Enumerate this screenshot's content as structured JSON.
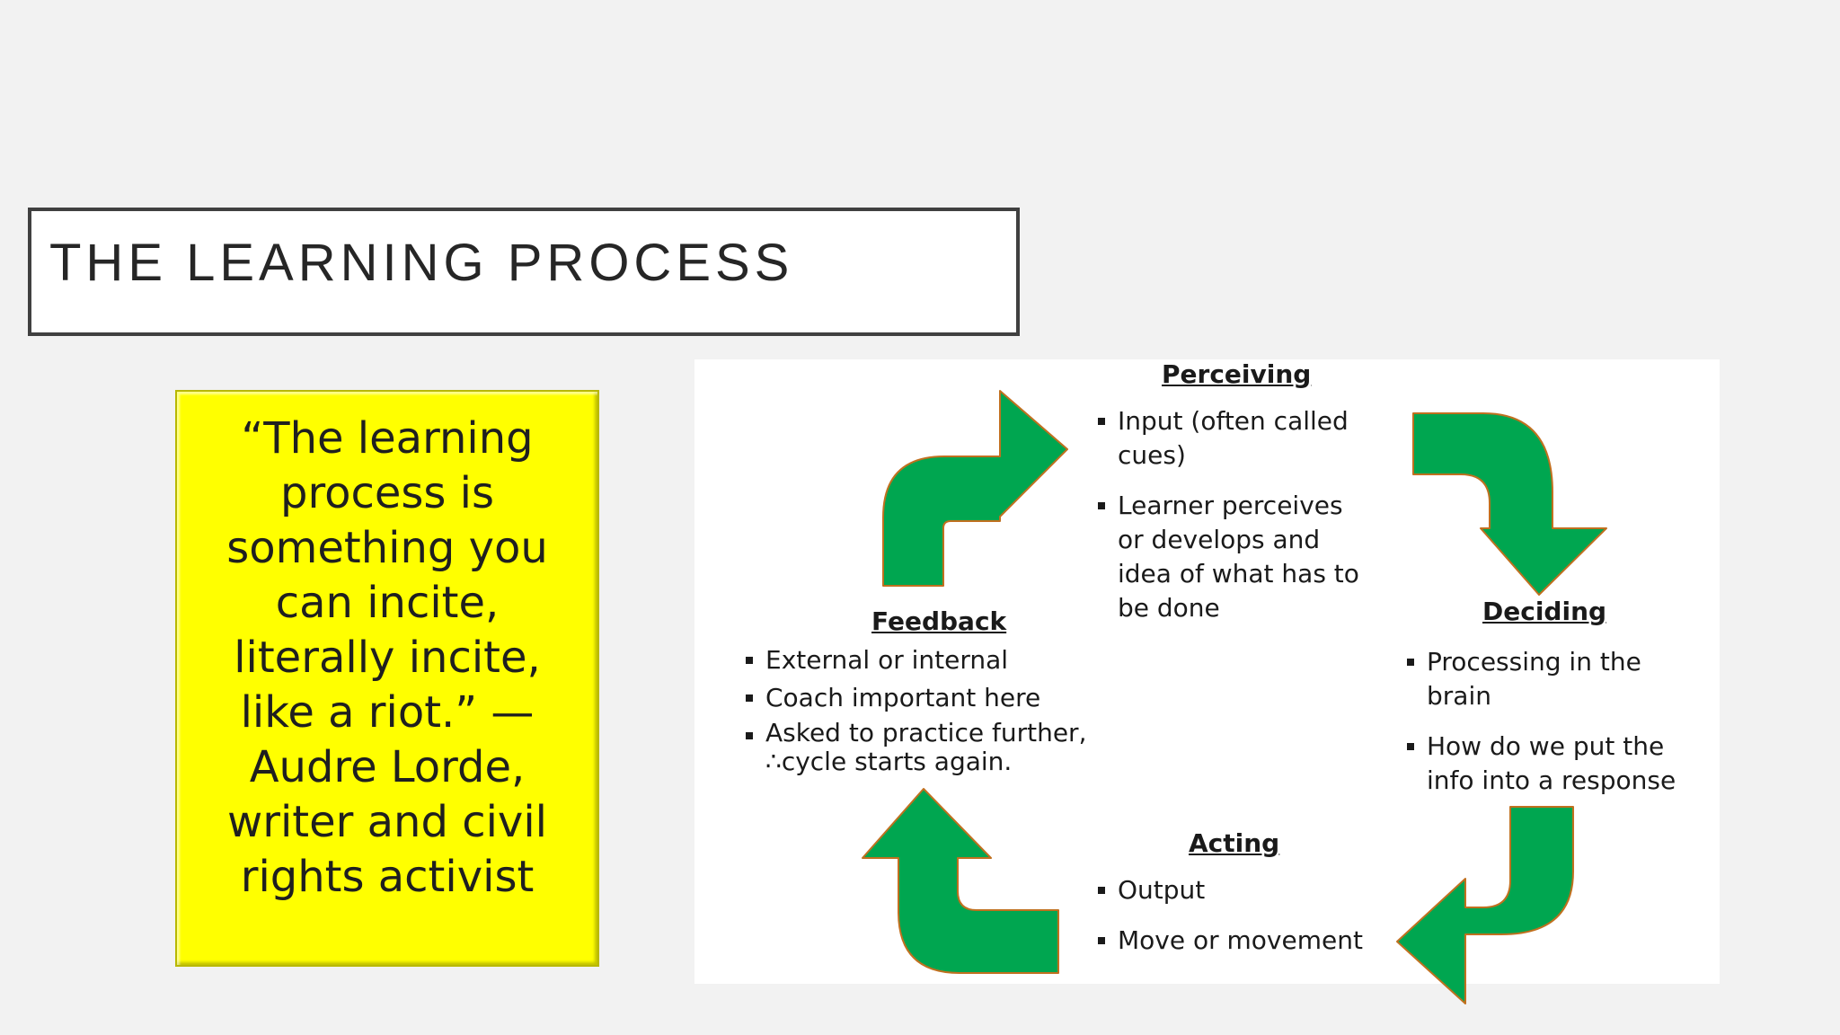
{
  "slide": {
    "title": "THE LEARNING PROCESS",
    "quote": "“The learning process is something you can incite, literally incite, like a riot.” —Audre Lorde, writer and civil rights activist"
  },
  "diagram": {
    "arrow_color": "#00a650",
    "arrow_outline": "#c0701f",
    "stages": {
      "perceiving": {
        "heading": "Perceiving",
        "bullets": [
          "Input (often called cues)",
          "Learner perceives or develops and idea of what has to be done"
        ]
      },
      "deciding": {
        "heading": "Deciding",
        "bullets": [
          "Processing in the brain",
          "How do we put the info into a response"
        ]
      },
      "acting": {
        "heading": "Acting",
        "bullets": [
          "Output",
          "Move or movement"
        ]
      },
      "feedback": {
        "heading": "Feedback",
        "bullets": [
          "External or internal",
          "Coach important here",
          "Asked to practice further, ∴cycle starts again."
        ]
      }
    }
  }
}
